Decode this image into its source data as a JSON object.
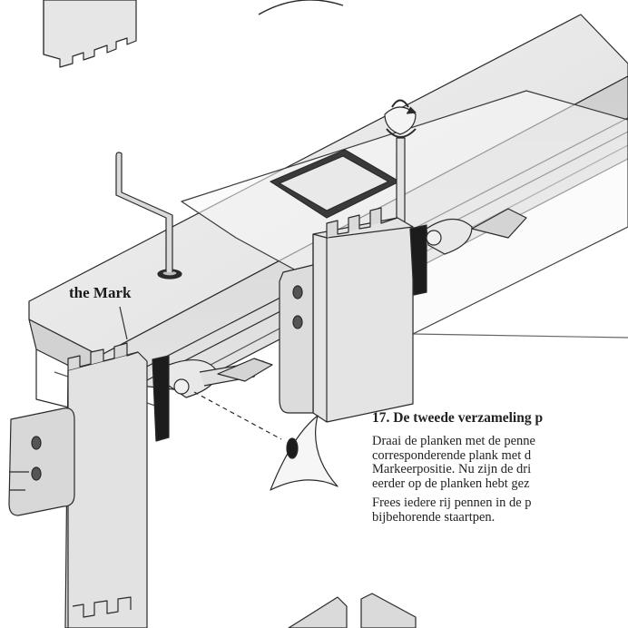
{
  "labels": {
    "mark": "the Mark"
  },
  "step": {
    "title": "17. De tweede verzameling p",
    "paragraph1": [
      "Draai de planken met de penne",
      "corresponderende plank met d",
      "Markeerpositie. Nu zijn de dri",
      "eerder op de planken hebt gez"
    ],
    "paragraph2": [
      "Frees iedere rij pennen in de p",
      "bijbehorende staartpen."
    ]
  },
  "colors": {
    "background": "#ffffff",
    "line": "#2a2a2a",
    "fill_light": "#ececec",
    "fill_mid": "#d6d6d6",
    "fill_dark": "#bdbdbd",
    "black_part": "#1c1c1c"
  }
}
